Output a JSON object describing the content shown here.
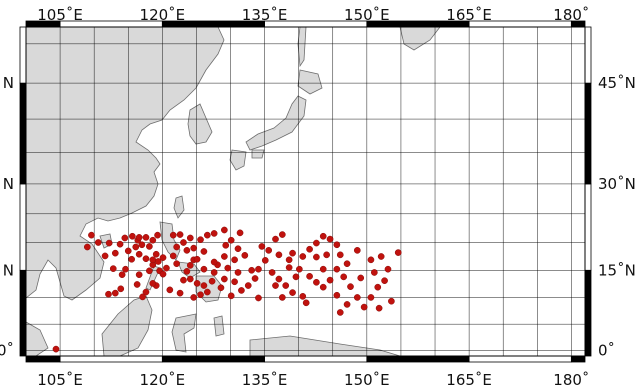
{
  "map": {
    "projection": "Mercator",
    "lon_range": [
      100,
      182
    ],
    "lat_range": [
      -1,
      52
    ],
    "grid": true,
    "frame_style": "alternating black-white",
    "colors": {
      "land": "#d9d9d9",
      "coastline": "#6e6e6e",
      "ocean": "#ffffff",
      "grid": "#000000",
      "points": "#c0120e"
    },
    "x_ticks": [
      {
        "value": 105,
        "label": "105˚E"
      },
      {
        "value": 120,
        "label": "120˚E"
      },
      {
        "value": 135,
        "label": "135˚E"
      },
      {
        "value": 150,
        "label": "150˚E"
      },
      {
        "value": 165,
        "label": "165˚E"
      },
      {
        "value": 180,
        "label": "180˚"
      }
    ],
    "y_ticks": [
      {
        "value": 0,
        "label": "0˚"
      },
      {
        "value": 15,
        "label": "15˚N"
      },
      {
        "value": 30,
        "label": "30˚N"
      },
      {
        "value": 45,
        "label": "45˚N"
      }
    ],
    "left_labels": [
      {
        "value": 0,
        "label": "0˚"
      },
      {
        "value": 15,
        "label": "N"
      },
      {
        "value": 30,
        "label": "N"
      },
      {
        "value": 45,
        "label": "N"
      }
    ]
  },
  "chart_data": {
    "type": "scatter",
    "title": "",
    "xlabel": "",
    "ylabel": "",
    "xlim": [
      100,
      182
    ],
    "ylim": [
      -1,
      52
    ],
    "series": [
      {
        "points": [
          [
            104.4,
            0.3
          ],
          [
            109.6,
            21.3
          ],
          [
            109.0,
            19.2
          ],
          [
            110.6,
            20.0
          ],
          [
            112.2,
            19.9
          ],
          [
            113.1,
            18.1
          ],
          [
            113.8,
            19.7
          ],
          [
            114.5,
            20.8
          ],
          [
            115.6,
            21.1
          ],
          [
            116.4,
            20.4
          ],
          [
            117.0,
            19.6
          ],
          [
            116.6,
            20.9
          ],
          [
            117.6,
            20.9
          ],
          [
            118.6,
            20.4
          ],
          [
            118.1,
            19.3
          ],
          [
            116.1,
            19.2
          ],
          [
            115.0,
            18.5
          ],
          [
            116.6,
            17.9
          ],
          [
            119.1,
            17.9
          ],
          [
            120.1,
            17.3
          ],
          [
            119.4,
            16.6
          ],
          [
            118.6,
            16.0
          ],
          [
            118.6,
            16.9
          ],
          [
            117.6,
            17.1
          ],
          [
            115.5,
            17.0
          ],
          [
            114.6,
            15.2
          ],
          [
            112.8,
            15.3
          ],
          [
            114.1,
            14.2
          ],
          [
            116.6,
            14.2
          ],
          [
            118.1,
            14.9
          ],
          [
            119.6,
            14.9
          ],
          [
            120.6,
            15.4
          ],
          [
            113.9,
            11.6
          ],
          [
            113.1,
            10.8
          ],
          [
            116.3,
            12.4
          ],
          [
            117.6,
            11.0
          ],
          [
            119.1,
            12.2
          ],
          [
            117.1,
            10.1
          ],
          [
            112.1,
            10.6
          ],
          [
            120.1,
            14.3
          ],
          [
            118.6,
            12.6
          ],
          [
            111.6,
            17.6
          ],
          [
            119.3,
            21.3
          ],
          [
            121.6,
            21.3
          ],
          [
            122.6,
            21.4
          ],
          [
            123.1,
            20.0
          ],
          [
            123.6,
            18.6
          ],
          [
            122.1,
            19.2
          ],
          [
            124.1,
            20.8
          ],
          [
            124.6,
            19.0
          ],
          [
            125.6,
            20.5
          ],
          [
            126.6,
            21.3
          ],
          [
            127.6,
            21.6
          ],
          [
            129.1,
            22.2
          ],
          [
            126.1,
            18.4
          ],
          [
            124.6,
            16.9
          ],
          [
            124.1,
            15.9
          ],
          [
            123.6,
            14.8
          ],
          [
            124.1,
            13.4
          ],
          [
            125.1,
            12.6
          ],
          [
            126.1,
            12.2
          ],
          [
            126.6,
            11.0
          ],
          [
            125.6,
            10.5
          ],
          [
            124.6,
            10.0
          ],
          [
            127.3,
            13.0
          ],
          [
            127.6,
            14.6
          ],
          [
            128.1,
            16.0
          ],
          [
            129.1,
            17.5
          ],
          [
            129.3,
            19.5
          ],
          [
            130.1,
            20.4
          ],
          [
            131.4,
            21.7
          ],
          [
            131.1,
            18.9
          ],
          [
            132.1,
            17.7
          ],
          [
            130.6,
            16.9
          ],
          [
            129.6,
            15.4
          ],
          [
            129.1,
            13.4
          ],
          [
            128.6,
            11.8
          ],
          [
            130.6,
            12.9
          ],
          [
            131.6,
            11.3
          ],
          [
            132.6,
            12.2
          ],
          [
            133.6,
            13.5
          ],
          [
            134.1,
            15.2
          ],
          [
            135.1,
            16.8
          ],
          [
            135.6,
            18.6
          ],
          [
            136.6,
            20.6
          ],
          [
            137.6,
            21.4
          ],
          [
            136.1,
            14.6
          ],
          [
            137.1,
            13.4
          ],
          [
            138.1,
            12.2
          ],
          [
            139.1,
            10.9
          ],
          [
            140.6,
            10.2
          ],
          [
            139.6,
            13.8
          ],
          [
            140.1,
            15.2
          ],
          [
            140.6,
            17.5
          ],
          [
            139.1,
            18.1
          ],
          [
            141.6,
            18.8
          ],
          [
            142.6,
            19.9
          ],
          [
            143.6,
            21.1
          ],
          [
            144.6,
            20.6
          ],
          [
            145.6,
            19.6
          ],
          [
            144.1,
            17.8
          ],
          [
            142.6,
            17.4
          ],
          [
            143.6,
            15.2
          ],
          [
            141.6,
            13.9
          ],
          [
            142.6,
            12.8
          ],
          [
            143.6,
            11.9
          ],
          [
            144.6,
            13.2
          ],
          [
            145.6,
            15.2
          ],
          [
            146.6,
            13.8
          ],
          [
            147.6,
            12.0
          ],
          [
            148.6,
            10.0
          ],
          [
            147.1,
            8.7
          ],
          [
            149.6,
            8.2
          ],
          [
            150.6,
            10.0
          ],
          [
            151.6,
            11.9
          ],
          [
            152.6,
            13.1
          ],
          [
            151.1,
            14.6
          ],
          [
            150.6,
            16.9
          ],
          [
            152.1,
            17.5
          ],
          [
            153.1,
            15.2
          ],
          [
            154.6,
            18.2
          ],
          [
            153.6,
            9.3
          ],
          [
            151.8,
            8.0
          ],
          [
            146.1,
            7.2
          ],
          [
            145.6,
            10.4
          ],
          [
            149.1,
            13.6
          ],
          [
            146.1,
            17.8
          ],
          [
            141.1,
            9.0
          ],
          [
            137.6,
            10.0
          ],
          [
            134.1,
            9.9
          ],
          [
            133.1,
            15.0
          ],
          [
            138.6,
            16.9
          ],
          [
            134.6,
            19.3
          ],
          [
            126.1,
            15.2
          ],
          [
            127.6,
            16.5
          ],
          [
            122.1,
            16.2
          ],
          [
            121.6,
            17.6
          ],
          [
            125.1,
            17.0
          ],
          [
            123.1,
            13.2
          ],
          [
            121.1,
            11.4
          ],
          [
            122.6,
            10.8
          ],
          [
            130.1,
            10.3
          ],
          [
            131.1,
            14.6
          ],
          [
            136.6,
            12.2
          ],
          [
            147.1,
            16.2
          ],
          [
            148.6,
            18.6
          ],
          [
            137.1,
            17.8
          ],
          [
            138.6,
            15.5
          ]
        ]
      }
    ]
  }
}
